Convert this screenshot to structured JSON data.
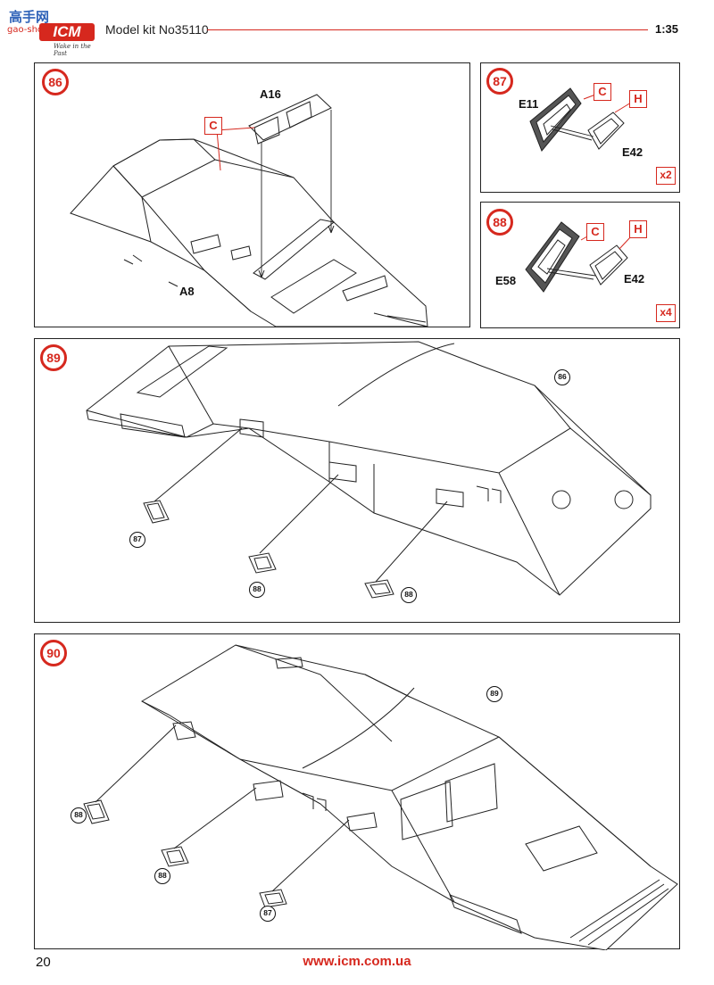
{
  "header": {
    "logo_cn": "高手网",
    "logo_url": "gao-shou.com",
    "logo_brand": "ICM",
    "logo_slogan": "Wake in the Past",
    "model_title": "Model kit No35110",
    "scale": "1:35"
  },
  "colors": {
    "accent": "#d6281e",
    "line": "#222222",
    "background": "#ffffff"
  },
  "steps": [
    {
      "number": "86",
      "labels": [
        "A16",
        "A8"
      ],
      "color_marks": [
        "C"
      ]
    },
    {
      "number": "87",
      "labels": [
        "E11",
        "E42"
      ],
      "color_marks": [
        "C",
        "H"
      ],
      "multiplier": "x2"
    },
    {
      "number": "88",
      "labels": [
        "E58",
        "E42"
      ],
      "color_marks": [
        "C",
        "H"
      ],
      "multiplier": "x4"
    },
    {
      "number": "89",
      "refs": [
        "86",
        "87",
        "88",
        "88"
      ]
    },
    {
      "number": "90",
      "refs": [
        "89",
        "88",
        "88",
        "87"
      ]
    }
  ],
  "footer": {
    "page_number": "20",
    "website": "www.icm.com.ua"
  }
}
